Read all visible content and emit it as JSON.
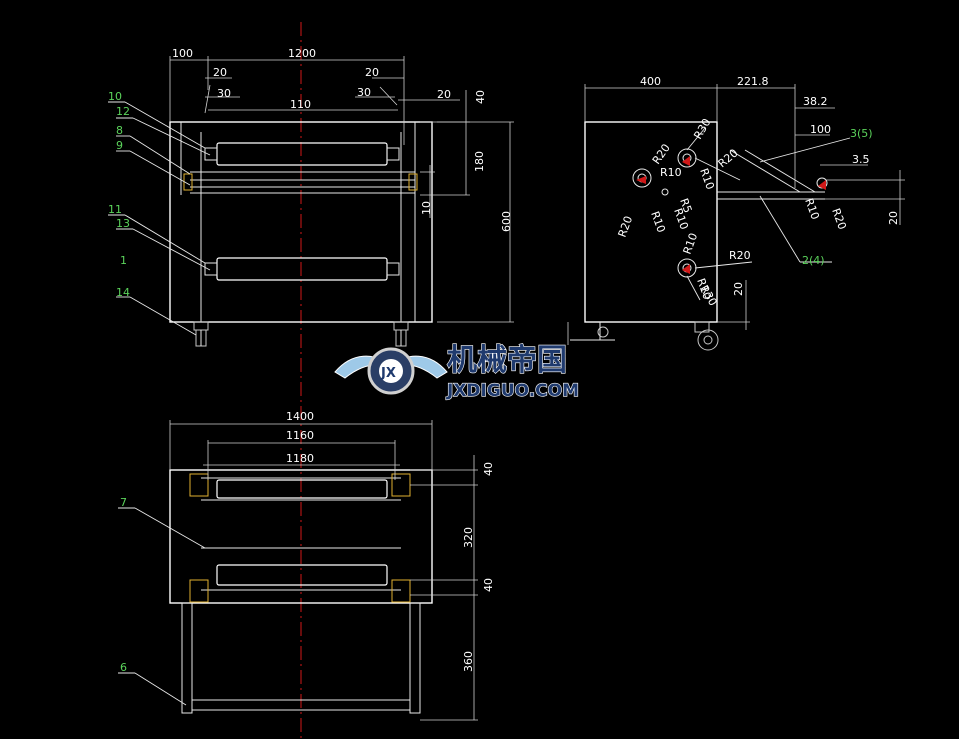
{
  "front_view": {
    "dimensions": [
      "100",
      "1200",
      "20",
      "20",
      "30",
      "30",
      "110",
      "20",
      "40",
      "180",
      "600",
      "10"
    ],
    "part_labels": [
      "10",
      "12",
      "8",
      "9",
      "11",
      "13",
      "1",
      "14"
    ]
  },
  "side_view": {
    "dimensions": [
      "400",
      "221.8",
      "38.2",
      "100",
      "3.5",
      "20",
      "20"
    ],
    "radius_notes": [
      "R30",
      "R20",
      "R10",
      "R10",
      "R20",
      "R10",
      "R5",
      "R10",
      "R20",
      "R10",
      "R20",
      "R10",
      "R30",
      "R10",
      "R20"
    ],
    "part_labels": [
      "3(5)",
      "2(4)"
    ]
  },
  "top_view": {
    "dimensions": [
      "1400",
      "1160",
      "1180",
      "40",
      "320",
      "40",
      "360"
    ],
    "part_labels": [
      "7",
      "6"
    ]
  },
  "watermark": {
    "cn_text": "机械帝国",
    "en_text": "JXDIGUO.COM",
    "badge_text": "JX"
  },
  "colors": {
    "background": "#000000",
    "lines": "#e8e8e8",
    "center_line": "#d01818",
    "part_label": "#5bd35b",
    "bearing": "#e0b030"
  }
}
